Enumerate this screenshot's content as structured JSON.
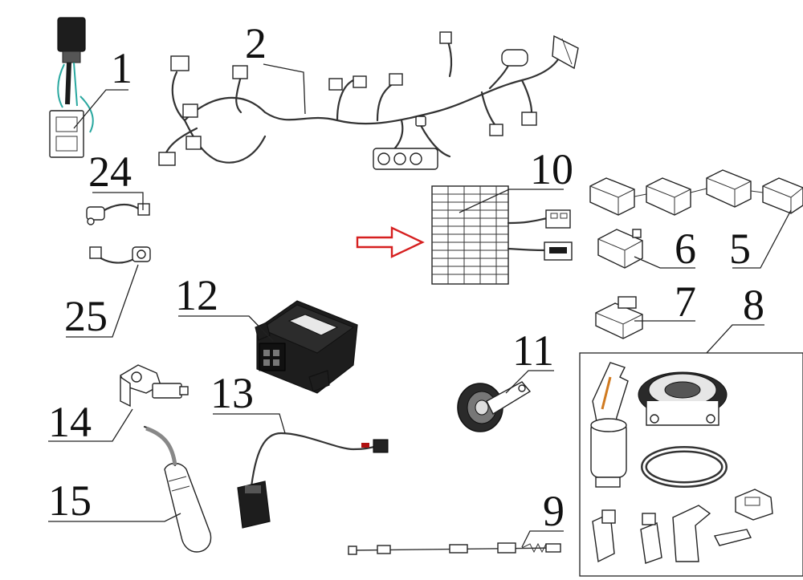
{
  "diagram": {
    "callouts": [
      {
        "id": "1",
        "text": "1"
      },
      {
        "id": "2",
        "text": "2"
      },
      {
        "id": "5",
        "text": "5"
      },
      {
        "id": "6",
        "text": "6"
      },
      {
        "id": "7",
        "text": "7"
      },
      {
        "id": "8",
        "text": "8"
      },
      {
        "id": "9",
        "text": "9"
      },
      {
        "id": "10",
        "text": "10"
      },
      {
        "id": "11",
        "text": "11"
      },
      {
        "id": "12",
        "text": "12"
      },
      {
        "id": "13",
        "text": "13"
      },
      {
        "id": "14",
        "text": "14"
      },
      {
        "id": "15",
        "text": "15"
      },
      {
        "id": "24",
        "text": "24"
      },
      {
        "id": "25",
        "text": "25"
      }
    ],
    "highlight_arrow_color": "#d62020"
  }
}
